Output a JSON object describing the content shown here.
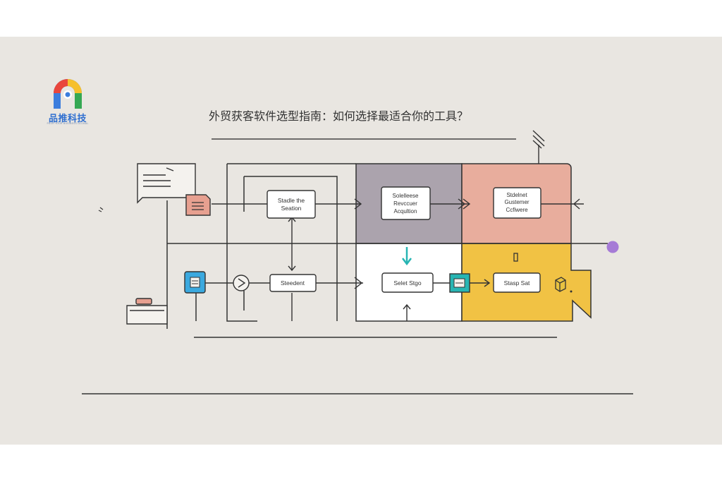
{
  "brand": {
    "logo_text": "品推科技",
    "logo_tagline": "PUSH YOUR BUSINESS GLOBAL"
  },
  "title": "外贸获客软件选型指南：如何选择最适合你的工具？",
  "nodes": {
    "box1": [
      "Stadle the",
      "Seation"
    ],
    "box2": [
      "Solelleese",
      "Revccuer",
      "Acqultion"
    ],
    "box3": [
      "Stdelnet",
      "Gustemer",
      "Ccfiwere"
    ],
    "box4": [
      "Steedent"
    ],
    "box5": [
      "Selet Stgo"
    ],
    "box6": [
      "Stasp Sat"
    ]
  },
  "colors": {
    "gray_panel": "#aba3ad",
    "salmon_panel": "#e8ad9d",
    "yellow_panel": "#f1c244",
    "white_panel": "#ffffff",
    "teal": "#27b5b3",
    "blue_icon": "#3ba9df",
    "purple_dot": "#a67bd6",
    "pink_icon": "#e7a090"
  }
}
